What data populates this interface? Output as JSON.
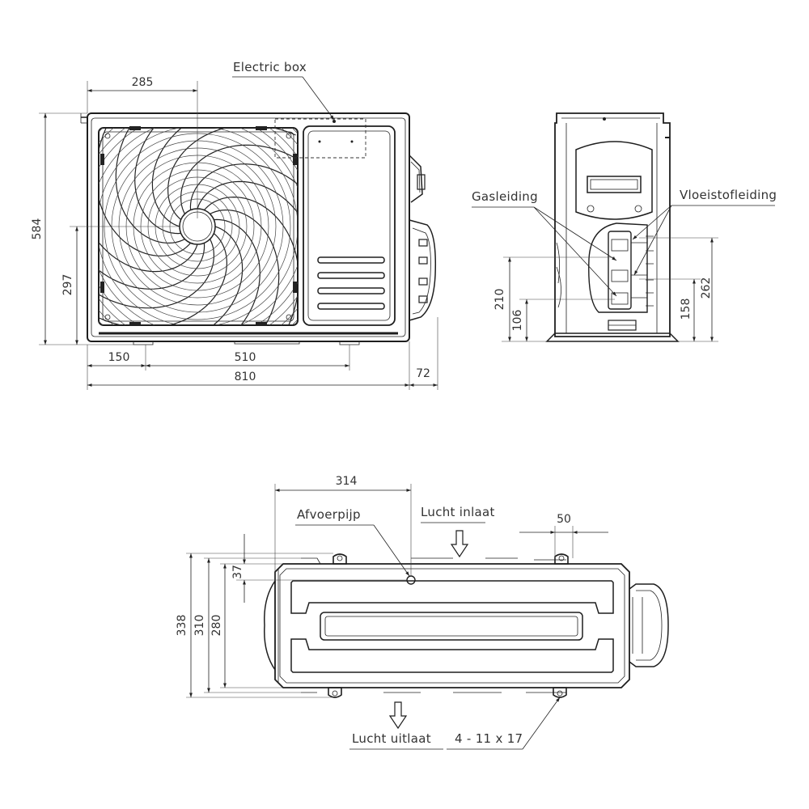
{
  "front_view": {
    "callouts": {
      "electric_box": "Electric box"
    },
    "dimensions": {
      "fan_center_from_left": "285",
      "total_height": "584",
      "mount_height": "297",
      "foot_offset": "150",
      "foot_spacing": "510",
      "total_width": "810",
      "valve_protrusion": "72"
    }
  },
  "side_view": {
    "callouts": {
      "gas_pipe": "Gasleiding",
      "liquid_pipe": "Vloeistofleiding"
    },
    "dimensions": {
      "gas_height_left": "210",
      "liquid_height_left": "106",
      "gas_height_right": "262",
      "liquid_height_right": "158"
    }
  },
  "top_view": {
    "callouts": {
      "drain": "Afvoerpijp",
      "air_inlet": "Lucht inlaat",
      "air_outlet": "Lucht uitlaat",
      "mounting_holes": "4 - 11 x 17"
    },
    "dimensions": {
      "drain_offset": "314",
      "foot_width": "50",
      "drain_depth": "37",
      "total_depth": "338",
      "foot_depth": "310",
      "body_depth": "280"
    }
  }
}
